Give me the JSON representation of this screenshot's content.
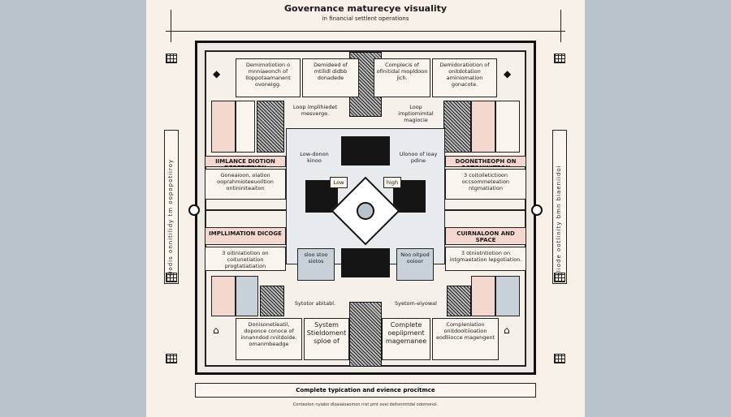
{
  "header": {
    "title": "Governance maturecye visuality",
    "subtitle": "in financial settlent operations"
  },
  "top_boxes": [
    "Demimotiotion o mnniaeonch of Iloppotaamanent ovoneigg.",
    "Demideed of mtilidl didbb donadede",
    "Complecis of ofinitidal mopldoon jich.",
    "Demidoratiotion of onitdotation aminiomation gonacote."
  ],
  "upper_notes": [
    "Loop implihiedet mesverge.",
    "Loop imptiomimtal magiocie"
  ],
  "mid_left": {
    "title": "Iimlance diotion depetiteion",
    "body": "Goneaioon, oiation ooprahmioteeuoiltion ontininiteaiton"
  },
  "mid_right": {
    "title": "Doonetheoph on gotoniniteon",
    "body": "3 coitoiletictioon occsommeteation ntgmatiation"
  },
  "center": {
    "left_label": "Low-donon kinoo",
    "right_label": "Ulonoo of ioay pdine",
    "low": "Low",
    "high": "high"
  },
  "lower_left": {
    "title": "Impllimation dicoge",
    "body": "3 oitiniatiotion on coitunetiation progtatiatiation"
  },
  "lower_right": {
    "title": "Cuirnaloon and space",
    "body": "3 otniotntiotion on intgmaetation lepgotiation."
  },
  "lower_notes": [
    "sloo stoo siotos",
    "Noo oitpod ooioor"
  ],
  "bottom_notes": [
    "Sytotor abitabl.",
    "Syetom-eiyowal"
  ],
  "bottom_boxes": [
    "Donisonetieatil, doponce conoce of innanndod nnitdoide. omanmbeadge",
    "System Stieldoment sploe of",
    "Complete oepiipment magemanee",
    "Compleniation onitdooitiioation eodliiocce magengent"
  ],
  "side_left": "Oodis onnitilidy tm oopopotiiroy",
  "side_right": "Lliode ootlinity bmn biaeniidoi",
  "footer": "Complete typication and evience procitmce",
  "footnote": "Conteoton nyiabo dloaiaioaomon nist pmt ovel deitonimtdal odomonol.",
  "colors": {
    "pink": "#f4d8cf",
    "gray": "#c9d1d8",
    "ink": "#111111",
    "paper": "#f8f1e9"
  }
}
